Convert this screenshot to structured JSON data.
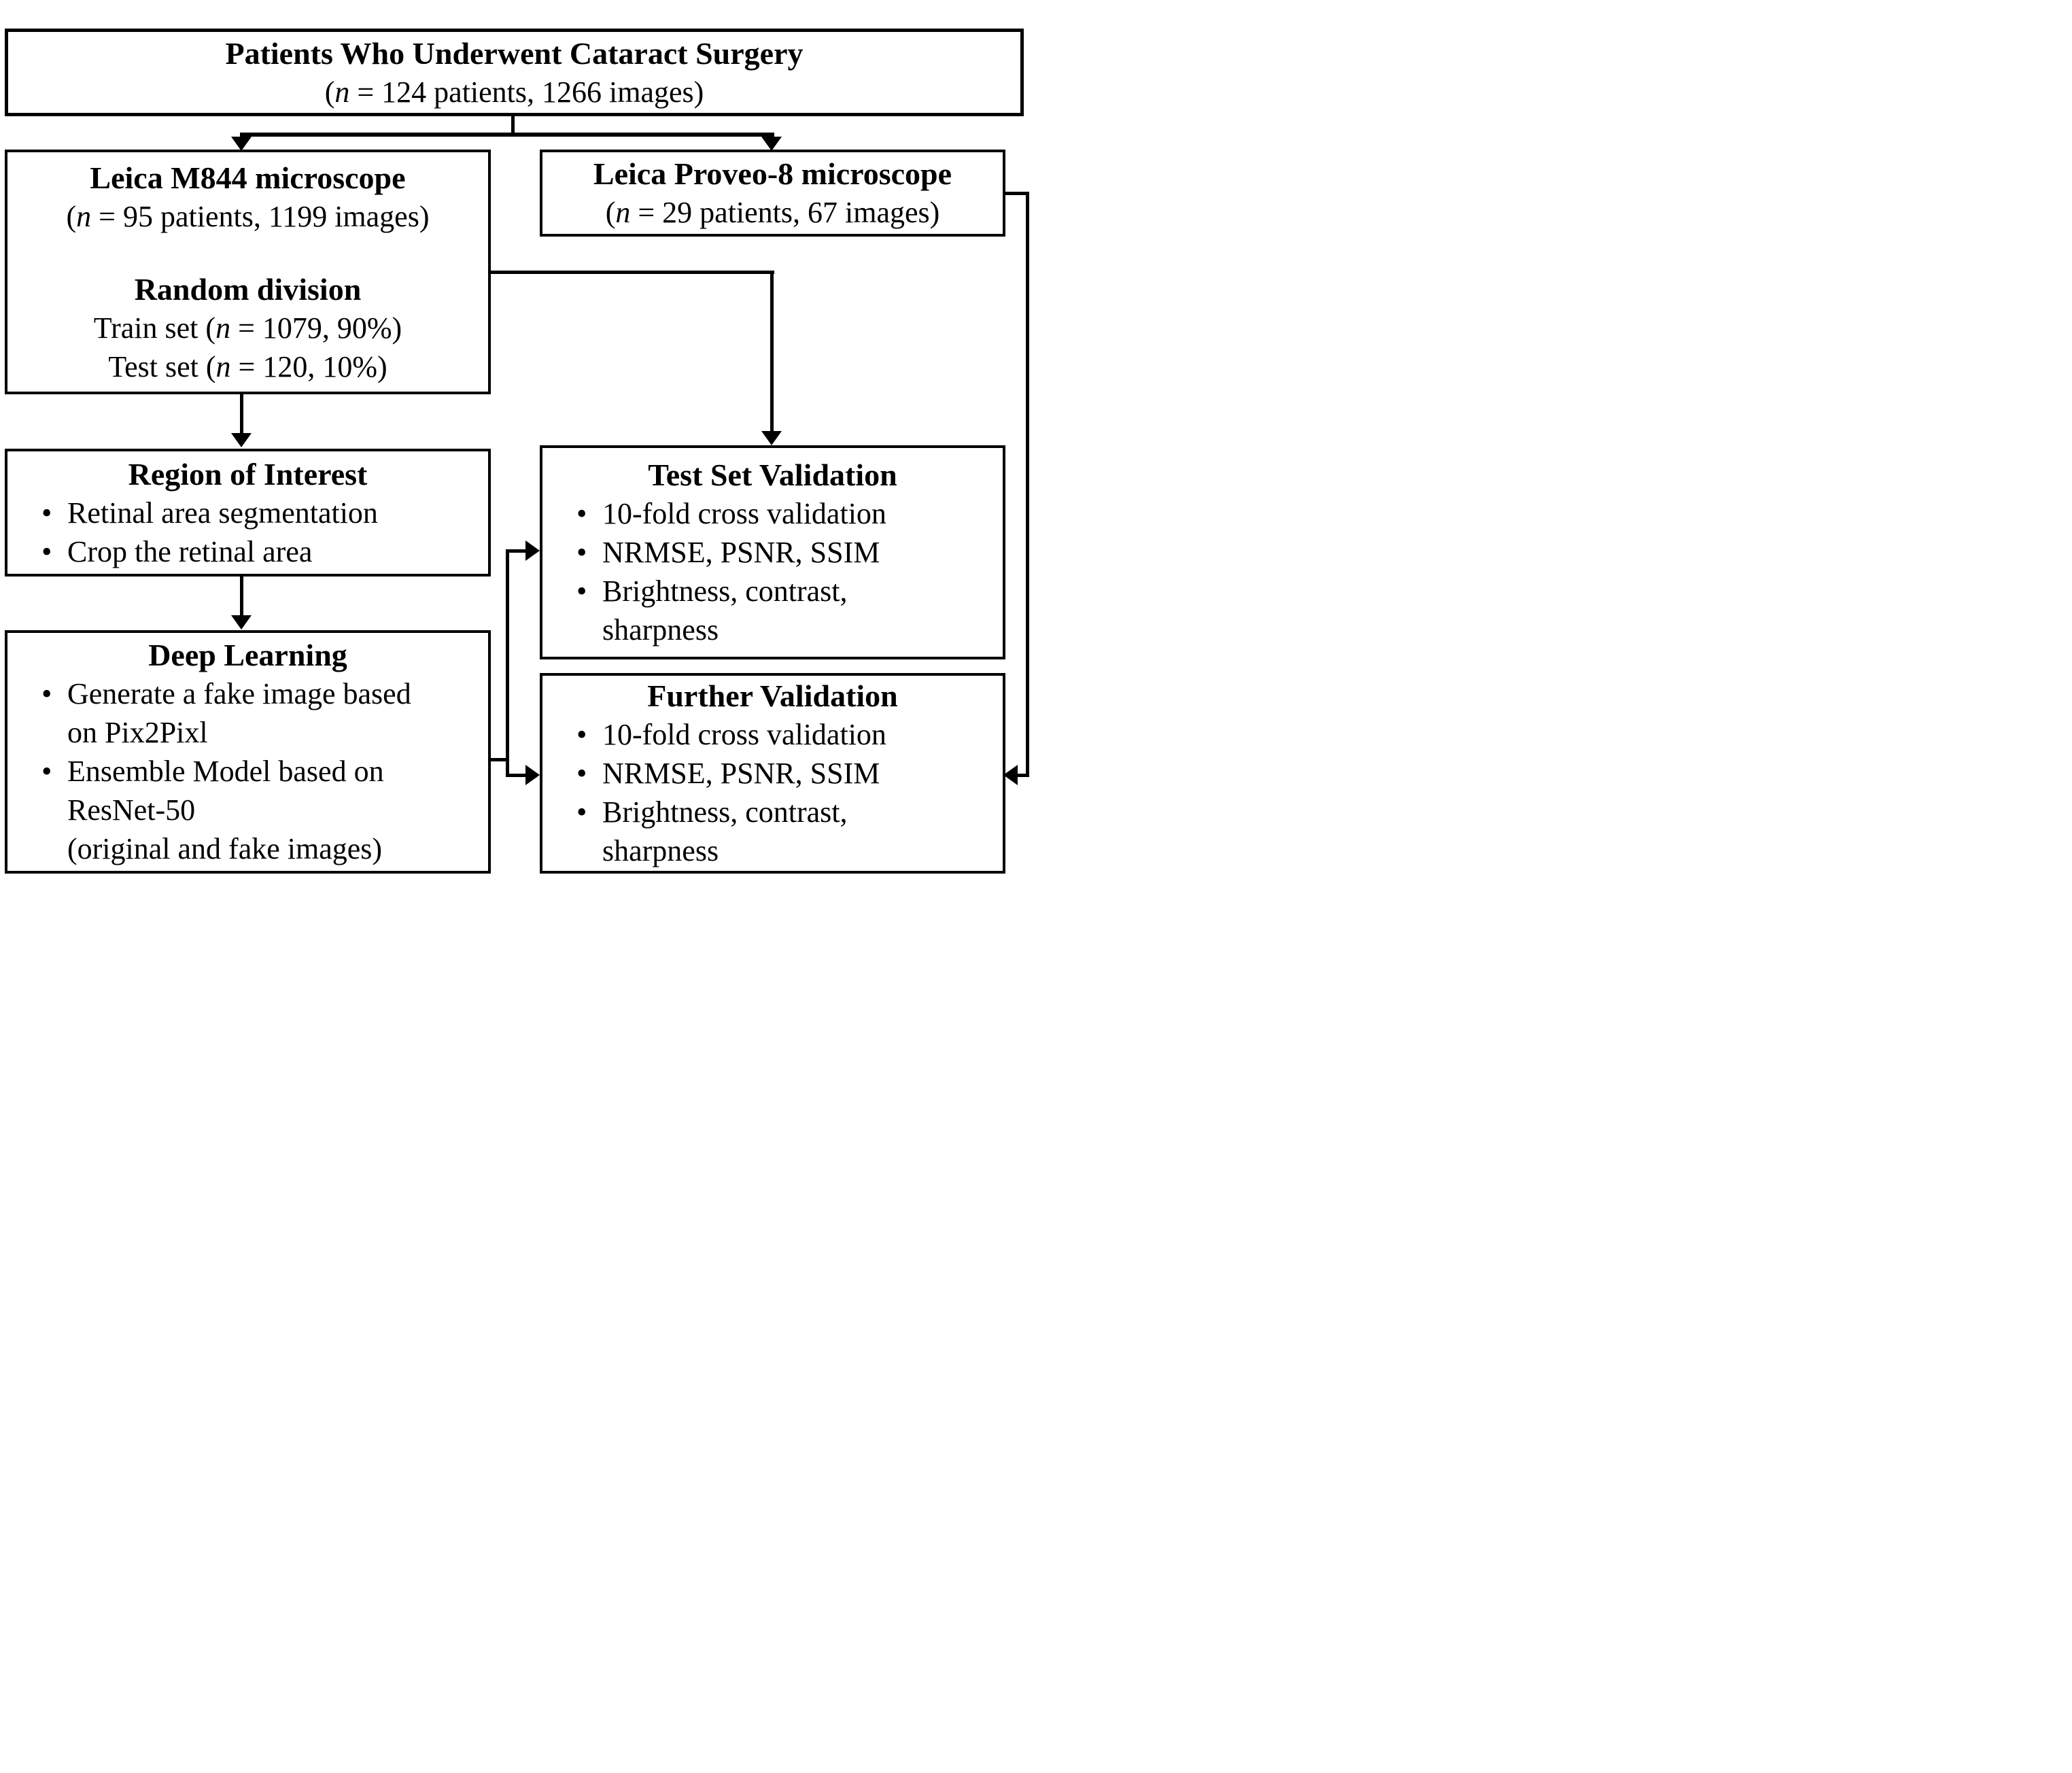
{
  "colors": {
    "ink": "#000000",
    "paper": "#ffffff"
  },
  "bullet_char": "•",
  "boxes": {
    "patients": {
      "title": "Patients Who Underwent Cataract Surgery",
      "stats": {
        "pre": "(",
        "var": "n",
        "post": " = 124 patients, 1266 images)"
      }
    },
    "m844": {
      "title": "Leica M844 microscope",
      "stats": {
        "pre": "(",
        "var": "n",
        "post": " = 95 patients, 1199 images)"
      },
      "subtitle": "Random division",
      "train": {
        "pre": "Train set (",
        "var": "n",
        "post": " = 1079, 90%)"
      },
      "test": {
        "pre": "Test set (",
        "var": "n",
        "post": " = 120, 10%)"
      }
    },
    "proveo": {
      "title": "Leica Proveo-8 microscope",
      "stats": {
        "pre": "(",
        "var": "n",
        "post": " = 29 patients, 67 images)"
      }
    },
    "roi": {
      "title": "Region of Interest",
      "items": [
        "Retinal area segmentation",
        "Crop the retinal area"
      ]
    },
    "deep_learning": {
      "title": "Deep Learning",
      "items": [
        "Generate a fake image based\non Pix2Pixl",
        "Ensemble Model based on\nResNet-50\n(original and fake images)"
      ]
    },
    "test_validation": {
      "title": "Test Set Validation",
      "items": [
        "10-fold cross validation",
        "NRMSE, PSNR, SSIM",
        "Brightness, contrast,\nsharpness"
      ]
    },
    "further_validation": {
      "title": "Further Validation",
      "items": [
        "10-fold cross validation",
        "NRMSE, PSNR, SSIM",
        "Brightness, contrast,\nsharpness"
      ]
    }
  }
}
